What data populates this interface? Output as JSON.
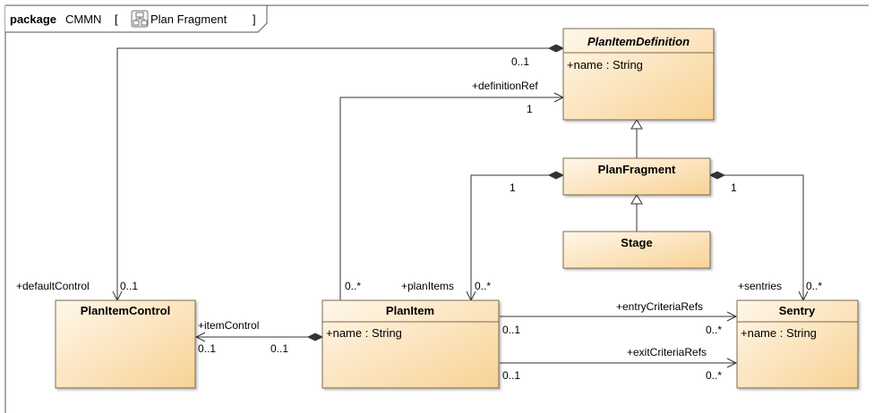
{
  "package": {
    "keyword": "package",
    "name": "CMMN",
    "diagram_open": "[",
    "diagram_name": "Plan Fragment",
    "diagram_close": "]",
    "diagram_icon": "class-diagram-icon"
  },
  "classes": {
    "plan_item_definition": {
      "name": "PlanItemDefinition",
      "abstract": true,
      "attrs": [
        "+name : String"
      ]
    },
    "plan_fragment": {
      "name": "PlanFragment"
    },
    "stage": {
      "name": "Stage"
    },
    "plan_item_control": {
      "name": "PlanItemControl"
    },
    "plan_item": {
      "name": "PlanItem",
      "attrs": [
        "+name : String"
      ]
    },
    "sentry": {
      "name": "Sentry",
      "attrs": [
        "+name : String"
      ]
    }
  },
  "associations": {
    "default_control": {
      "role": "+defaultControl",
      "target_mult": "0..1",
      "source_mult": "0..1"
    },
    "definition_ref": {
      "role": "+definitionRef",
      "target_mult": "1",
      "source_mult": "0..*"
    },
    "plan_items": {
      "role": "+planItems",
      "target_mult": "0..*",
      "source_mult": "1"
    },
    "sentries": {
      "role": "+sentries",
      "target_mult": "0..*",
      "source_mult": "1"
    },
    "item_control": {
      "role": "+itemControl",
      "target_mult": "0..1",
      "source_mult": "0..1"
    },
    "entry_criteria": {
      "role": "+entryCriteriaRefs",
      "source_mult": "0..1",
      "target_mult": "0..*"
    },
    "exit_criteria": {
      "role": "+exitCriteriaRefs",
      "source_mult": "0..1",
      "target_mult": "0..*"
    }
  },
  "colors": {
    "class_fill_top": "#fff6e6",
    "class_fill_bottom": "#f9d79a",
    "class_border": "#7a6a50",
    "line": "#333333",
    "frame": "#555555"
  }
}
